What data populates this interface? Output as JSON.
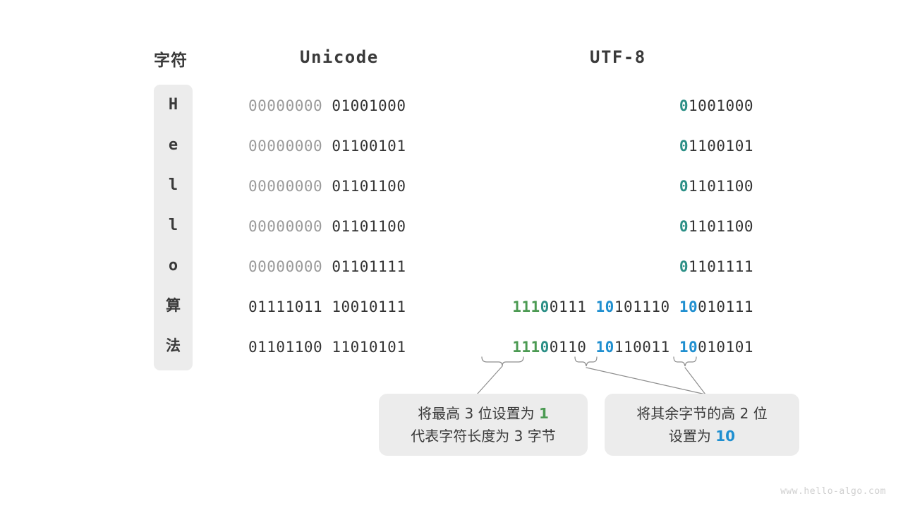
{
  "headers": {
    "character": "字符",
    "unicode": "Unicode",
    "utf8": "UTF-8"
  },
  "colors": {
    "teal": "#2b8f86",
    "green": "#4b9a52",
    "blue": "#1f8fd0",
    "dim": "#9a9a9a",
    "text": "#333333",
    "cell_bg": "#ececec"
  },
  "rows": [
    {
      "char": "H",
      "unicode_hi": "00000000",
      "unicode_lo": "01001000",
      "utf8_bytes": [
        {
          "marker": "0",
          "marker_color": "teal",
          "rest": "1001000"
        }
      ]
    },
    {
      "char": "e",
      "unicode_hi": "00000000",
      "unicode_lo": "01100101",
      "utf8_bytes": [
        {
          "marker": "0",
          "marker_color": "teal",
          "rest": "1100101"
        }
      ]
    },
    {
      "char": "l",
      "unicode_hi": "00000000",
      "unicode_lo": "01101100",
      "utf8_bytes": [
        {
          "marker": "0",
          "marker_color": "teal",
          "rest": "1101100"
        }
      ]
    },
    {
      "char": "l",
      "unicode_hi": "00000000",
      "unicode_lo": "01101100",
      "utf8_bytes": [
        {
          "marker": "0",
          "marker_color": "teal",
          "rest": "1101100"
        }
      ]
    },
    {
      "char": "o",
      "unicode_hi": "00000000",
      "unicode_lo": "01101111",
      "utf8_bytes": [
        {
          "marker": "0",
          "marker_color": "teal",
          "rest": "1101111"
        }
      ]
    },
    {
      "char": "算",
      "unicode_hi": "01111011",
      "unicode_lo": "10010111",
      "unicode_hi_dim": false,
      "utf8_bytes": [
        {
          "marker": "111",
          "marker_color": "green",
          "marker2": "0",
          "marker2_color": "teal",
          "rest": "0111"
        },
        {
          "marker": "10",
          "marker_color": "blue",
          "rest": "101110"
        },
        {
          "marker": "10",
          "marker_color": "blue",
          "rest": "010111"
        }
      ]
    },
    {
      "char": "法",
      "unicode_hi": "01101100",
      "unicode_lo": "11010101",
      "unicode_hi_dim": false,
      "utf8_bytes": [
        {
          "marker": "111",
          "marker_color": "green",
          "marker2": "0",
          "marker2_color": "teal",
          "rest": "0110"
        },
        {
          "marker": "10",
          "marker_color": "blue",
          "rest": "110011"
        },
        {
          "marker": "10",
          "marker_color": "blue",
          "rest": "010101"
        }
      ]
    }
  ],
  "callouts": {
    "first": {
      "line1_pre": "将最高 3 位设置为 ",
      "line1_kw": "1",
      "line2": "代表字符长度为 3 字节"
    },
    "second": {
      "line1": "将其余字节的高 2 位",
      "line2_pre": "设置为 ",
      "line2_kw": "10"
    }
  },
  "watermark": "www.hello-algo.com"
}
